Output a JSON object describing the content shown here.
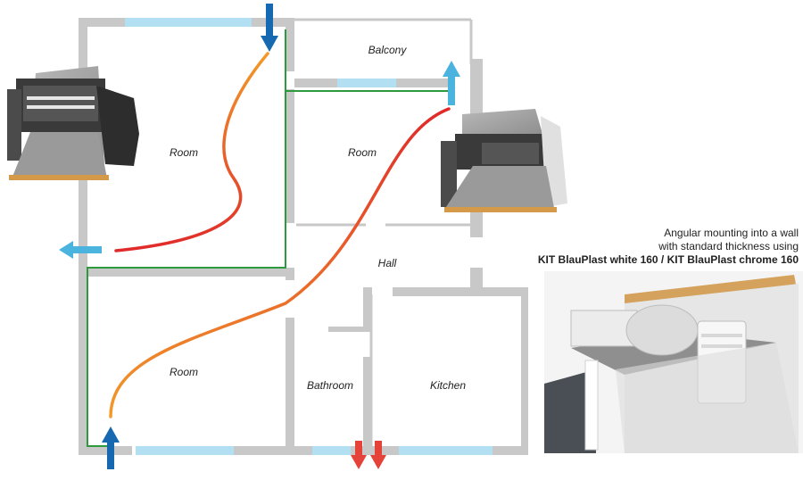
{
  "rooms": {
    "balcony": "Balcony",
    "room_top_left": "Room",
    "room_top_right": "Room",
    "hall": "Hall",
    "room_bottom_left": "Room",
    "bathroom": "Bathroom",
    "kitchen": "Kitchen"
  },
  "caption": {
    "line1": "Angular mounting into a wall",
    "line2": "with standard thickness using",
    "line3": "KIT BlauPlast white 160 / KIT BlauPlast chrome 160"
  },
  "colors": {
    "wall": "#c8c8c8",
    "window": "#b3dff2",
    "duct": "#2e9a3e",
    "intake_arrow": "#1669b0",
    "exhaust_arrow": "#4ab3de",
    "extract_arrow": "#e5433a",
    "airflow_warm": "#e02a2a",
    "airflow_cool": "#f29a2a"
  }
}
